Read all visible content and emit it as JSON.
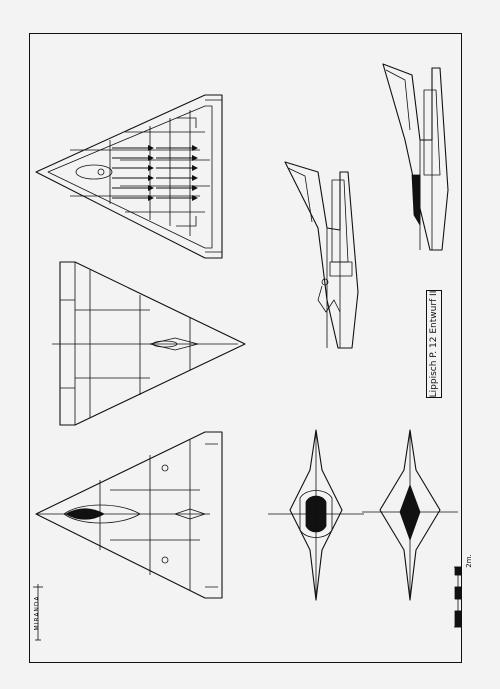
{
  "drawing": {
    "title": "Lippisch P. 12 Entwurf II",
    "scale_label": "2m.",
    "logo_text": "MIRANDA"
  },
  "colors": {
    "ink": "#111111",
    "paper": "#f3f3f3",
    "fill_black": "#111111"
  }
}
